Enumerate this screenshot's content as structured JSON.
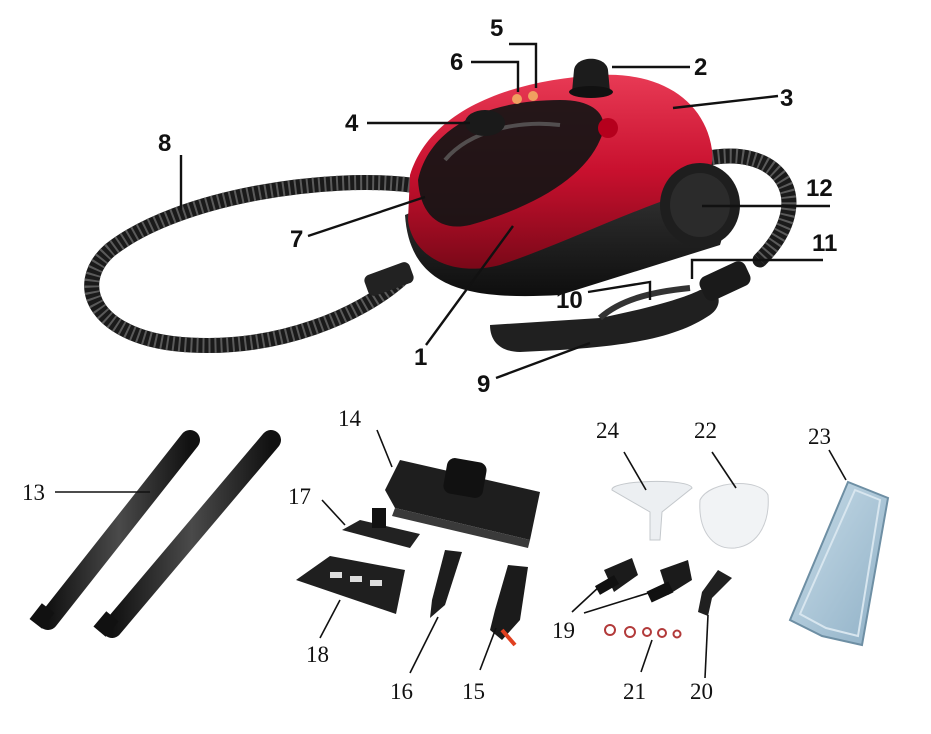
{
  "diagram": {
    "labels": {
      "n1": "1",
      "n2": "2",
      "n3": "3",
      "n4": "4",
      "n5": "5",
      "n6": "6",
      "n7": "7",
      "n8": "8",
      "n9": "9",
      "n10": "10",
      "n11": "11",
      "n12": "12",
      "n13": "13",
      "n14": "14",
      "n15": "15",
      "n16": "16",
      "n17": "17",
      "n18": "18",
      "n19": "19",
      "n20": "20",
      "n21": "21",
      "n22": "22",
      "n23": "23",
      "n24": "24"
    },
    "colors": {
      "body_red": "#c8102e",
      "body_dark": "#1b1b1b",
      "accessory_black": "#2a2a2a",
      "pad_blue": "#a9c6d9",
      "funnel_white": "#eceff2",
      "gasket_red": "#b23a3a"
    }
  }
}
